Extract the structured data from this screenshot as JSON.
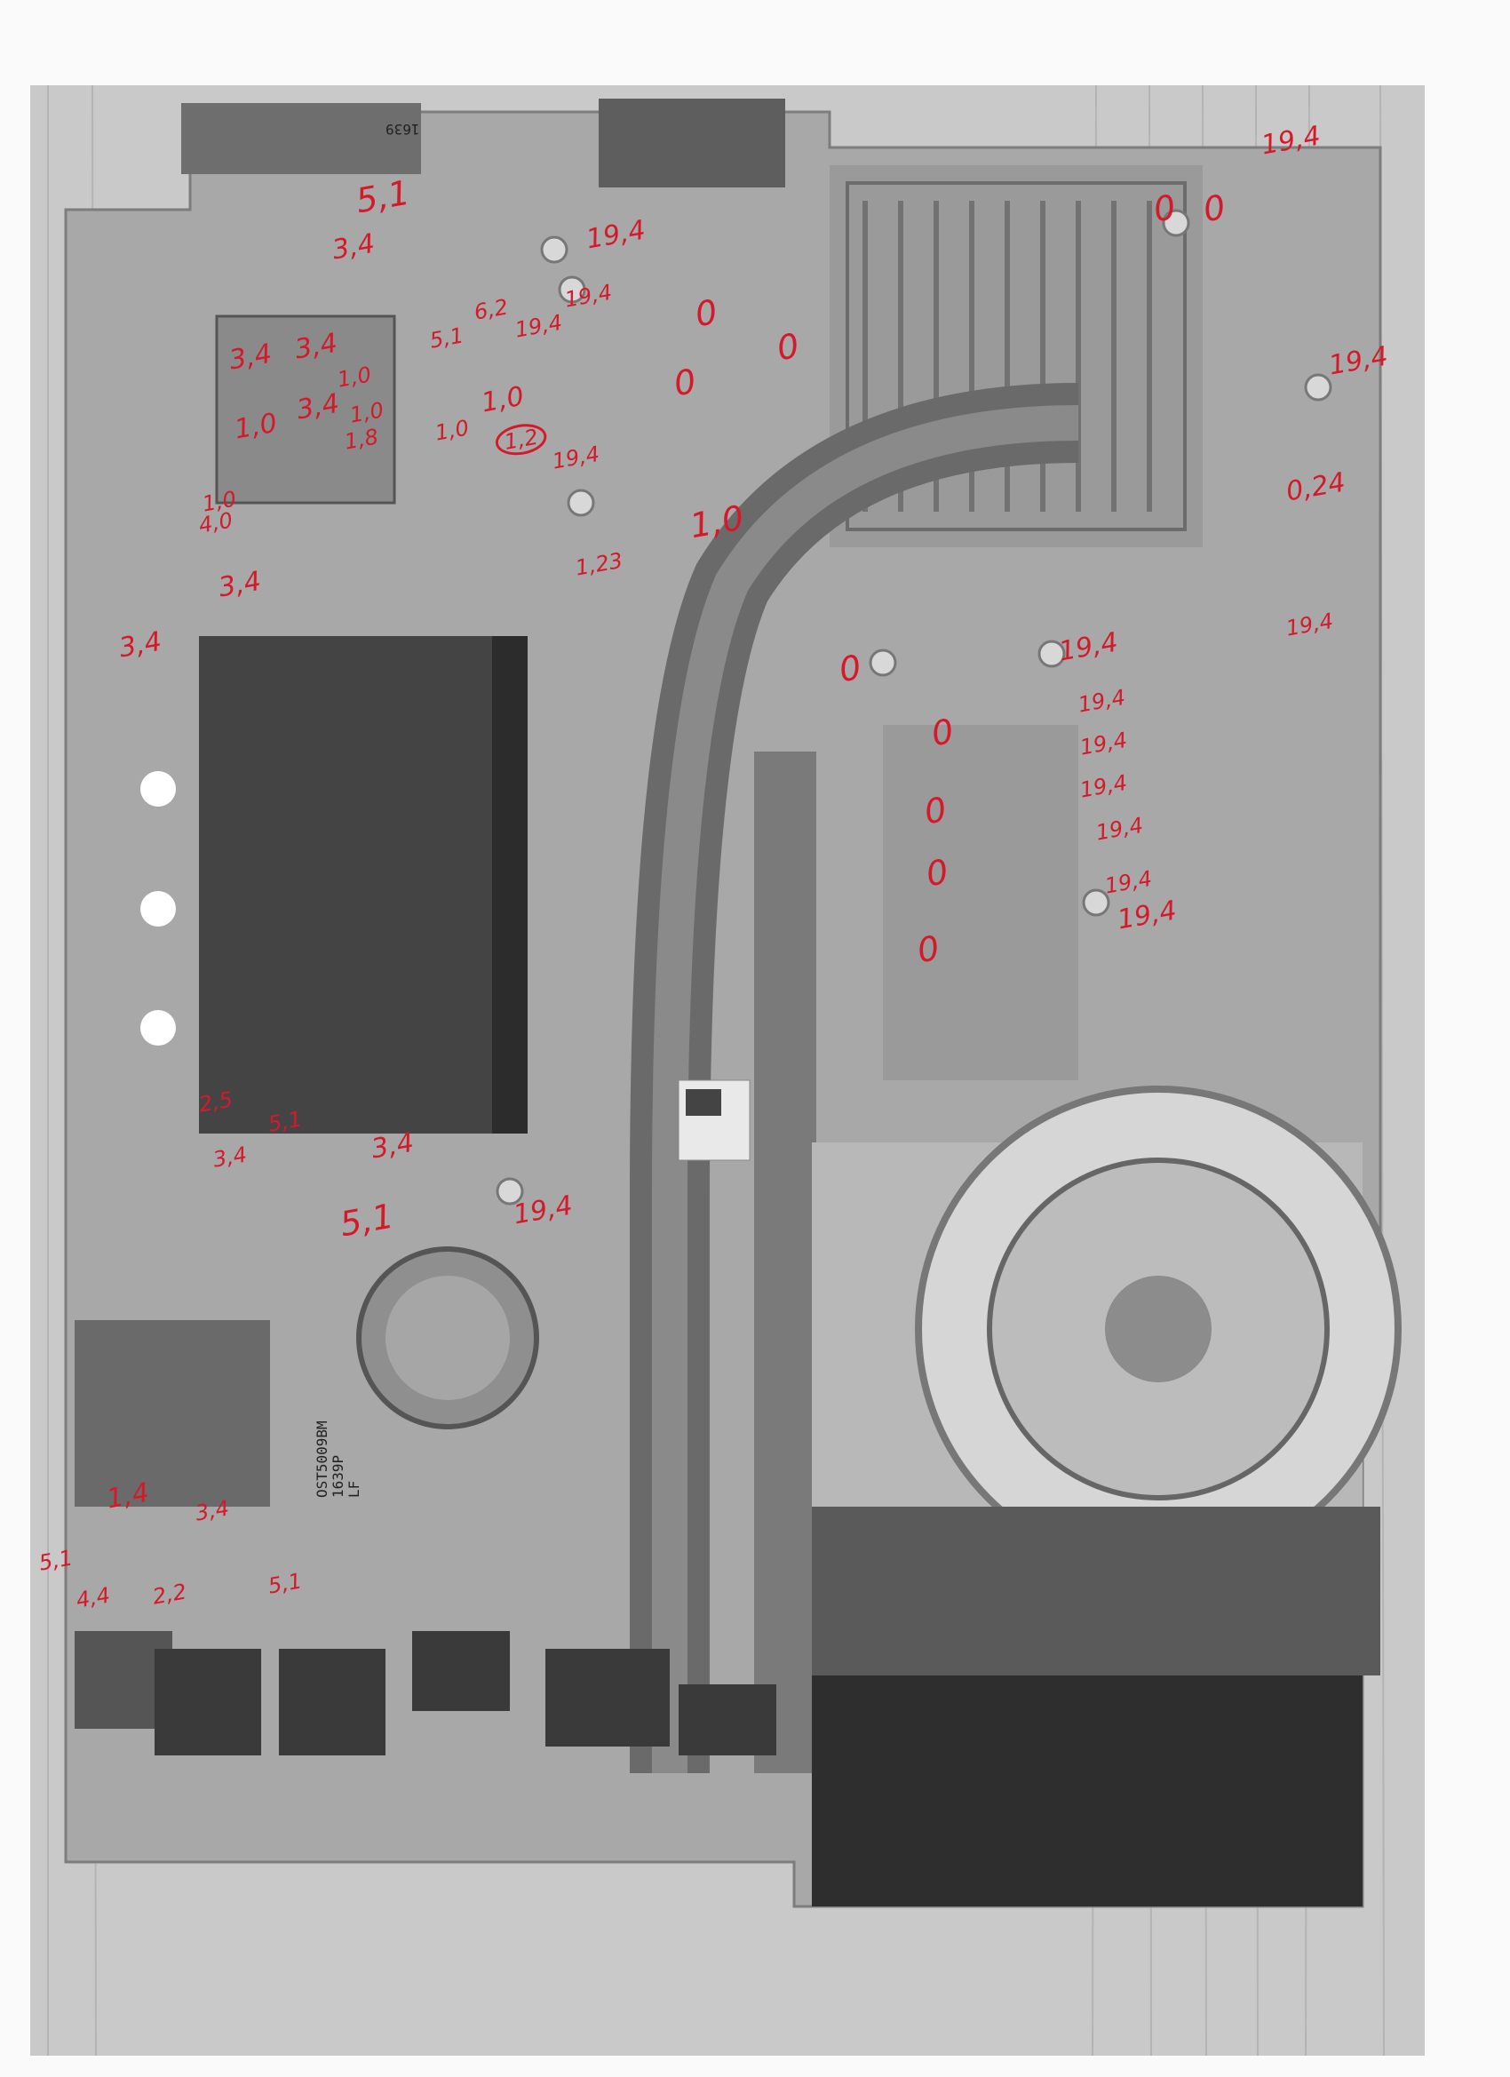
{
  "board_text": {
    "chip_line1": "OST5009BM",
    "chip_line2": "1639P",
    "chip_line3": "LF",
    "slot_code": "1639"
  },
  "annotations": {
    "a1": "5,1",
    "a2": "3,4",
    "a3": "19,4",
    "a4": "19,4",
    "a5": "19,4",
    "a6": "5,1",
    "a7": "6,2",
    "a8": "0",
    "a9": "0",
    "a10": "0",
    "a11": "3,4",
    "a12": "3,4",
    "a13": "3,4",
    "a14": "1,0",
    "a15": "1,0",
    "a16": "1,0",
    "a17": "1,8",
    "a18": "1,0",
    "a19": "1,0",
    "a20": "1,2",
    "a21": "19,4",
    "a22": "1,0",
    "a23": "4,0",
    "a24": "3,4",
    "a25": "3,4",
    "a26": "1,23",
    "a27": "1,0",
    "a28": "0",
    "a29": "0",
    "a30": "19,4",
    "a31": "19,4",
    "a32": "0,24",
    "a33": "19,4",
    "a34": "19,4",
    "a35": "0",
    "a36": "0",
    "a37": "19,4",
    "a38": "19,4",
    "a39": "19,4",
    "a40": "0",
    "a41": "19,4",
    "a42": "0",
    "a43": "0",
    "a44": "19,4",
    "a45": "19,4",
    "a46": "2,5",
    "a47": "5,1",
    "a48": "3,4",
    "a49": "3,4",
    "a50": "5,1",
    "a51": "19,4",
    "a52": "1,4",
    "a53": "3,4",
    "a54": "5,1",
    "a55": "4,4",
    "a56": "2,2",
    "a57": "5,1"
  },
  "colors": {
    "ink": "#d41a2a",
    "paper": "#fafafa",
    "board": "#b9b9b9"
  }
}
